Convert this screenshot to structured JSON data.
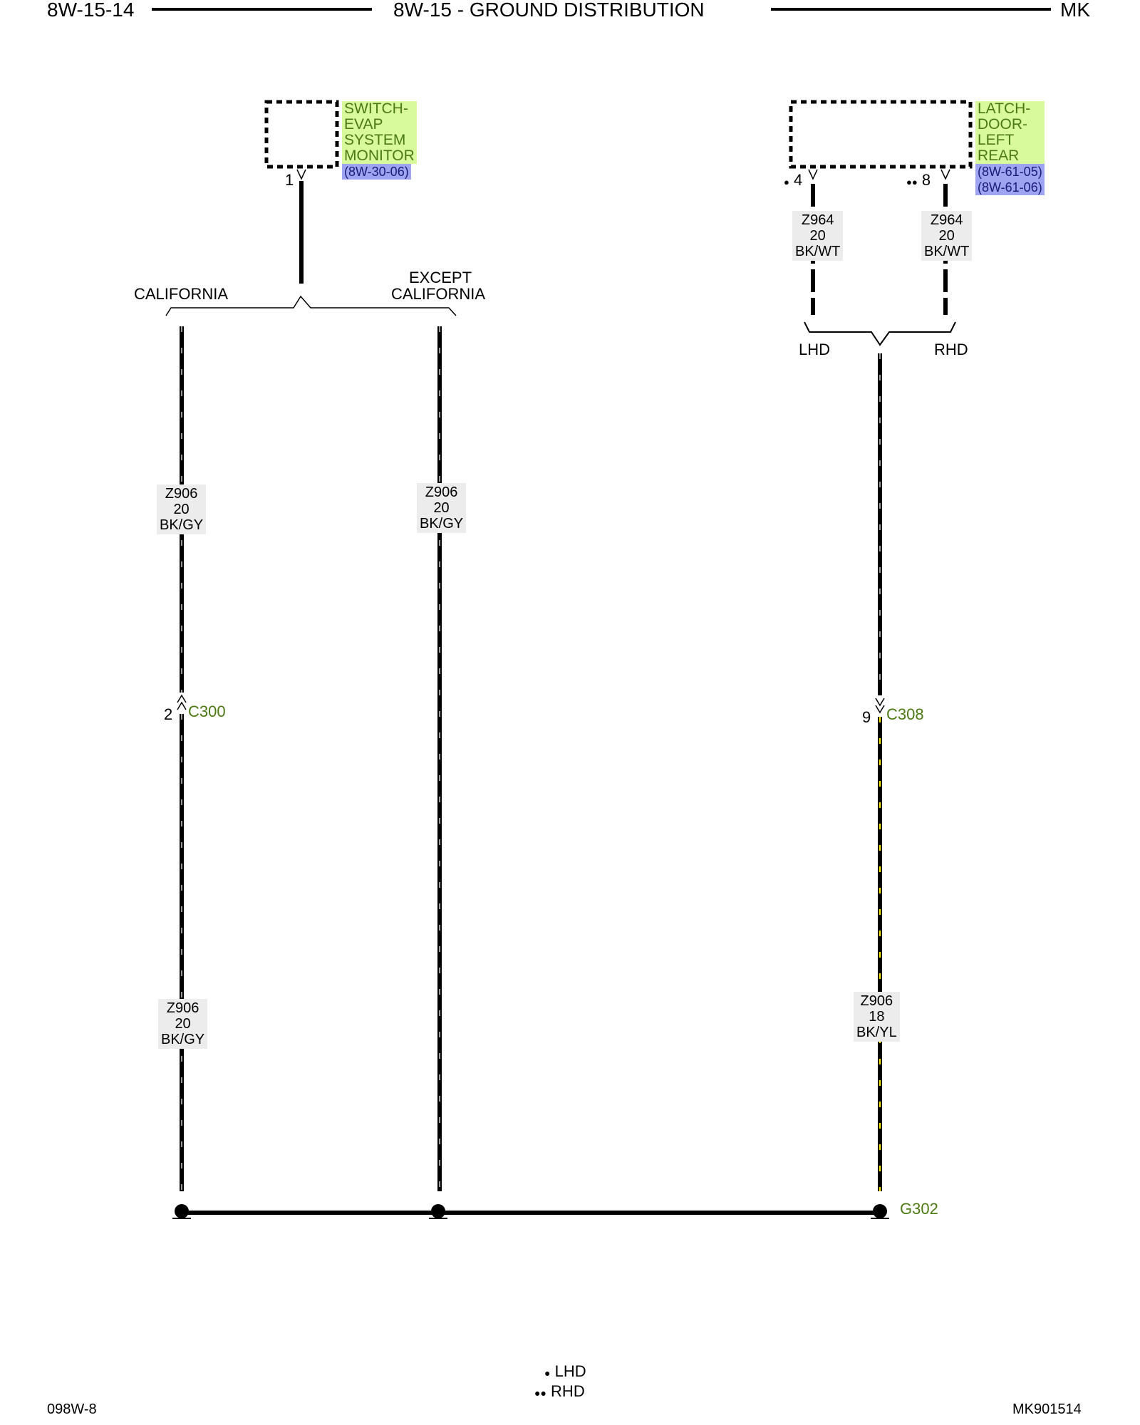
{
  "header": {
    "page_left": "8W-15-14",
    "title": "8W-15 - GROUND DISTRIBUTION",
    "page_right": "MK"
  },
  "components": {
    "switch": {
      "name_lines": [
        "SWITCH-",
        "EVAP",
        "SYSTEM",
        "MONITOR"
      ],
      "refs": [
        "(8W-30-06)"
      ],
      "pin": "1"
    },
    "latch": {
      "name_lines": [
        "LATCH-",
        "DOOR-",
        "LEFT",
        "REAR"
      ],
      "refs": [
        "(8W-61-05)",
        "(8W-61-06)"
      ],
      "pin_a": "4",
      "pin_b": "8"
    }
  },
  "options": {
    "california": "CALIFORNIA",
    "except_line1": "EXCEPT",
    "except_line2": "CALIFORNIA",
    "lhd": "LHD",
    "rhd": "RHD"
  },
  "wires": {
    "z964_a": {
      "circuit": "Z964",
      "gauge": "20",
      "color": "BK/WT"
    },
    "z964_b": {
      "circuit": "Z964",
      "gauge": "20",
      "color": "BK/WT"
    },
    "z906_cal_upper": {
      "circuit": "Z906",
      "gauge": "20",
      "color": "BK/GY"
    },
    "z906_exc": {
      "circuit": "Z906",
      "gauge": "20",
      "color": "BK/GY"
    },
    "z906_cal_lower": {
      "circuit": "Z906",
      "gauge": "20",
      "color": "BK/GY"
    },
    "z906_right": {
      "circuit": "Z906",
      "gauge": "18",
      "color": "BK/YL"
    }
  },
  "connectors": {
    "c300": {
      "name": "C300",
      "pin": "2"
    },
    "c308": {
      "name": "C308",
      "pin": "9"
    }
  },
  "ground": {
    "name": "G302"
  },
  "legend": {
    "lhd_symbol": "●",
    "lhd": "LHD",
    "rhd_symbol": "●●",
    "rhd": "RHD"
  },
  "footer": {
    "left": "098W-8",
    "right": "MK901514"
  },
  "colors": {
    "component_label": "#4b7a12",
    "component_highlight": "#d9f99d",
    "reference_highlight": "#9fa4f0",
    "wire_tracer_gray": "#9a9a9a",
    "wire_tracer_yellow": "#f2e600"
  }
}
